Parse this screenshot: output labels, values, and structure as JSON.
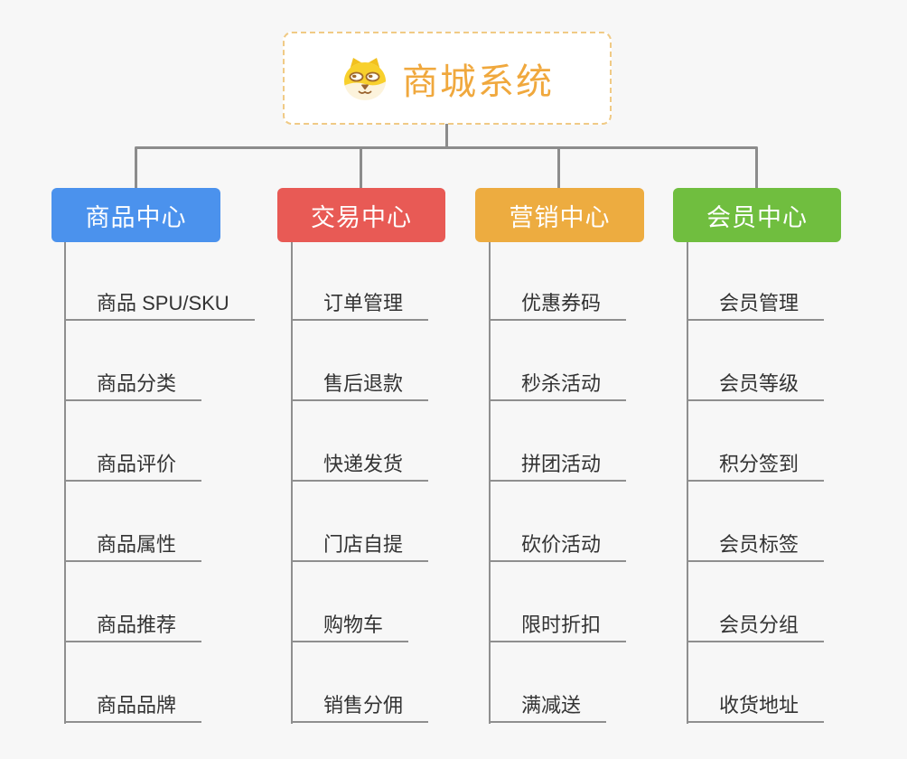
{
  "page": {
    "background_color": "#F7F7F7",
    "connector_color": "#8C8C8C",
    "leaf_line_color": "#8F8F8F",
    "leaf_text_color": "#333333"
  },
  "root": {
    "title": "商城系统",
    "icon": "dog-face-icon",
    "text_color": "#F0A83D",
    "border_color": "#F0CA85",
    "background_color": "#FFFFFF"
  },
  "branches": [
    {
      "label": "商品中心",
      "color": "#4B92ED",
      "items": [
        "商品 SPU/SKU",
        "商品分类",
        "商品评价",
        "商品属性",
        "商品推荐",
        "商品品牌"
      ]
    },
    {
      "label": "交易中心",
      "color": "#E85A55",
      "items": [
        "订单管理",
        "售后退款",
        "快递发货",
        "门店自提",
        "购物车",
        "销售分佣"
      ]
    },
    {
      "label": "营销中心",
      "color": "#EDAC40",
      "items": [
        "优惠券码",
        "秒杀活动",
        "拼团活动",
        "砍价活动",
        "限时折扣",
        "满减送"
      ]
    },
    {
      "label": "会员中心",
      "color": "#70BE3F",
      "items": [
        "会员管理",
        "会员等级",
        "积分签到",
        "会员标签",
        "会员分组",
        "收货地址"
      ]
    }
  ]
}
